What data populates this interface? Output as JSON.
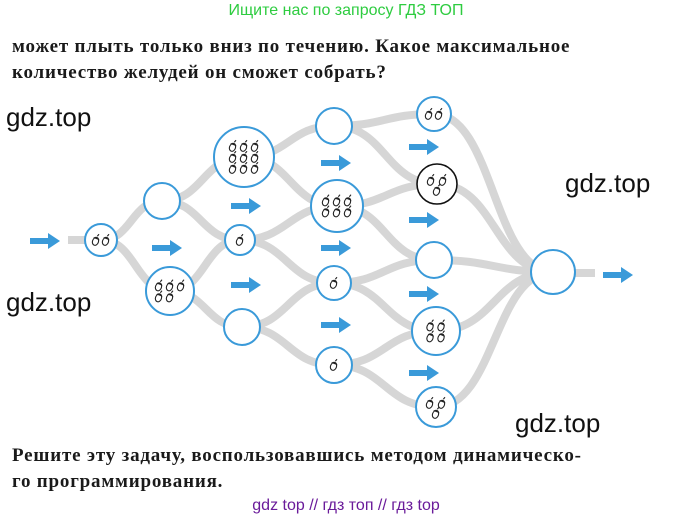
{
  "header": {
    "banner": "Ищите нас по запросу ГДЗ ТОП"
  },
  "problem": {
    "line1": "может плыть только вниз по течению. Какое максимальное",
    "line2": "количество желудей он сможет собрать?"
  },
  "task": {
    "line1": "Решите эту задачу, воспользовавшись методом динамическо-",
    "line2": "го программирования."
  },
  "watermarks": [
    "gdz.top",
    "gdz.top",
    "gdz.top",
    "gdz.top"
  ],
  "footer": {
    "text": "gdz top  //  гдз топ  //  гдз top"
  },
  "colors": {
    "river": "#d6d6d6",
    "node_border": "#3a9ad9",
    "arrow": "#3a9ad9",
    "highlight_border": "#111111"
  },
  "diagram": {
    "nodes": [
      {
        "id": "start",
        "acorns": 2
      },
      {
        "id": "a1",
        "acorns": 0
      },
      {
        "id": "a2",
        "acorns": 5
      },
      {
        "id": "b1",
        "acorns": 9
      },
      {
        "id": "b2",
        "acorns": 1
      },
      {
        "id": "b3",
        "acorns": 0
      },
      {
        "id": "c1",
        "acorns": 0
      },
      {
        "id": "c2",
        "acorns": 6
      },
      {
        "id": "c3",
        "acorns": 1
      },
      {
        "id": "c4",
        "acorns": 1
      },
      {
        "id": "d1",
        "acorns": 2
      },
      {
        "id": "d2",
        "acorns": 3,
        "highlighted": true
      },
      {
        "id": "d3",
        "acorns": 0
      },
      {
        "id": "d4",
        "acorns": 4
      },
      {
        "id": "d5",
        "acorns": 3
      },
      {
        "id": "end",
        "acorns": 0
      }
    ],
    "edges": [
      [
        "start",
        "a1"
      ],
      [
        "start",
        "a2"
      ],
      [
        "a1",
        "b1"
      ],
      [
        "a1",
        "b2"
      ],
      [
        "a2",
        "b2"
      ],
      [
        "a2",
        "b3"
      ],
      [
        "b1",
        "c1"
      ],
      [
        "b1",
        "c2"
      ],
      [
        "b2",
        "c2"
      ],
      [
        "b2",
        "c3"
      ],
      [
        "b3",
        "c3"
      ],
      [
        "b3",
        "c4"
      ],
      [
        "c1",
        "d1"
      ],
      [
        "c1",
        "d2"
      ],
      [
        "c2",
        "d2"
      ],
      [
        "c2",
        "d3"
      ],
      [
        "c3",
        "d3"
      ],
      [
        "c3",
        "d4"
      ],
      [
        "c4",
        "d4"
      ],
      [
        "c4",
        "d5"
      ],
      [
        "d1",
        "end"
      ],
      [
        "d2",
        "end"
      ],
      [
        "d3",
        "end"
      ],
      [
        "d4",
        "end"
      ],
      [
        "d5",
        "end"
      ]
    ]
  }
}
